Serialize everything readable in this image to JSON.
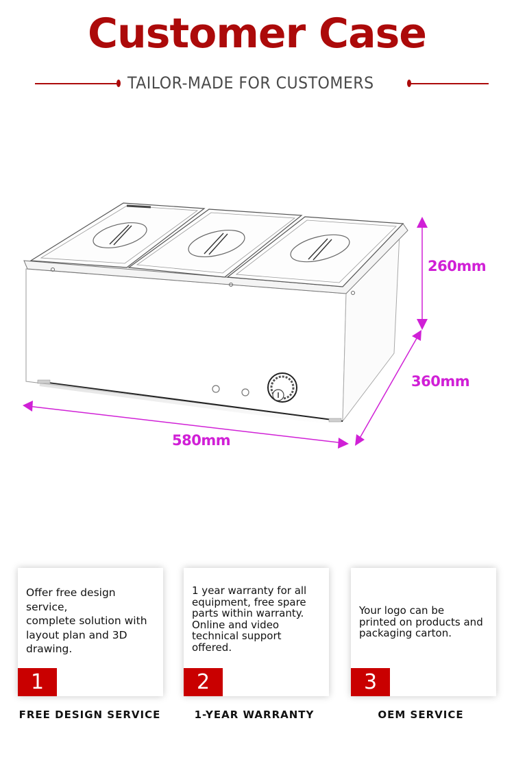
{
  "header": {
    "title": "Customer Case",
    "subtitle": "TAILOR-MADE FOR CUSTOMERS",
    "accent_color": "#ac0a0a"
  },
  "product": {
    "image": "three-pan-bain-marie-food-warmer-sketch",
    "dimensions": {
      "height": "260mm",
      "depth": "360mm",
      "width": "580mm",
      "color": "#d020d6"
    }
  },
  "services": [
    {
      "number": "1",
      "text_lines": [
        "Offer free design",
        "service,",
        "complete solution with",
        "layout plan and 3D",
        "drawing."
      ],
      "caption": "FREE DESIGN SERVICE"
    },
    {
      "number": "2",
      "text_lines": [
        "1 year warranty for all",
        "equipment, free spare",
        "parts within warranty.",
        "Online and video",
        "technical support",
        "offered."
      ],
      "caption": "1-YEAR WARRANTY"
    },
    {
      "number": "3",
      "text_lines": [
        "Your logo can be",
        "printed on products and",
        "packaging carton."
      ],
      "caption": "OEM SERVICE"
    }
  ],
  "number_badge_color": "#c90000"
}
